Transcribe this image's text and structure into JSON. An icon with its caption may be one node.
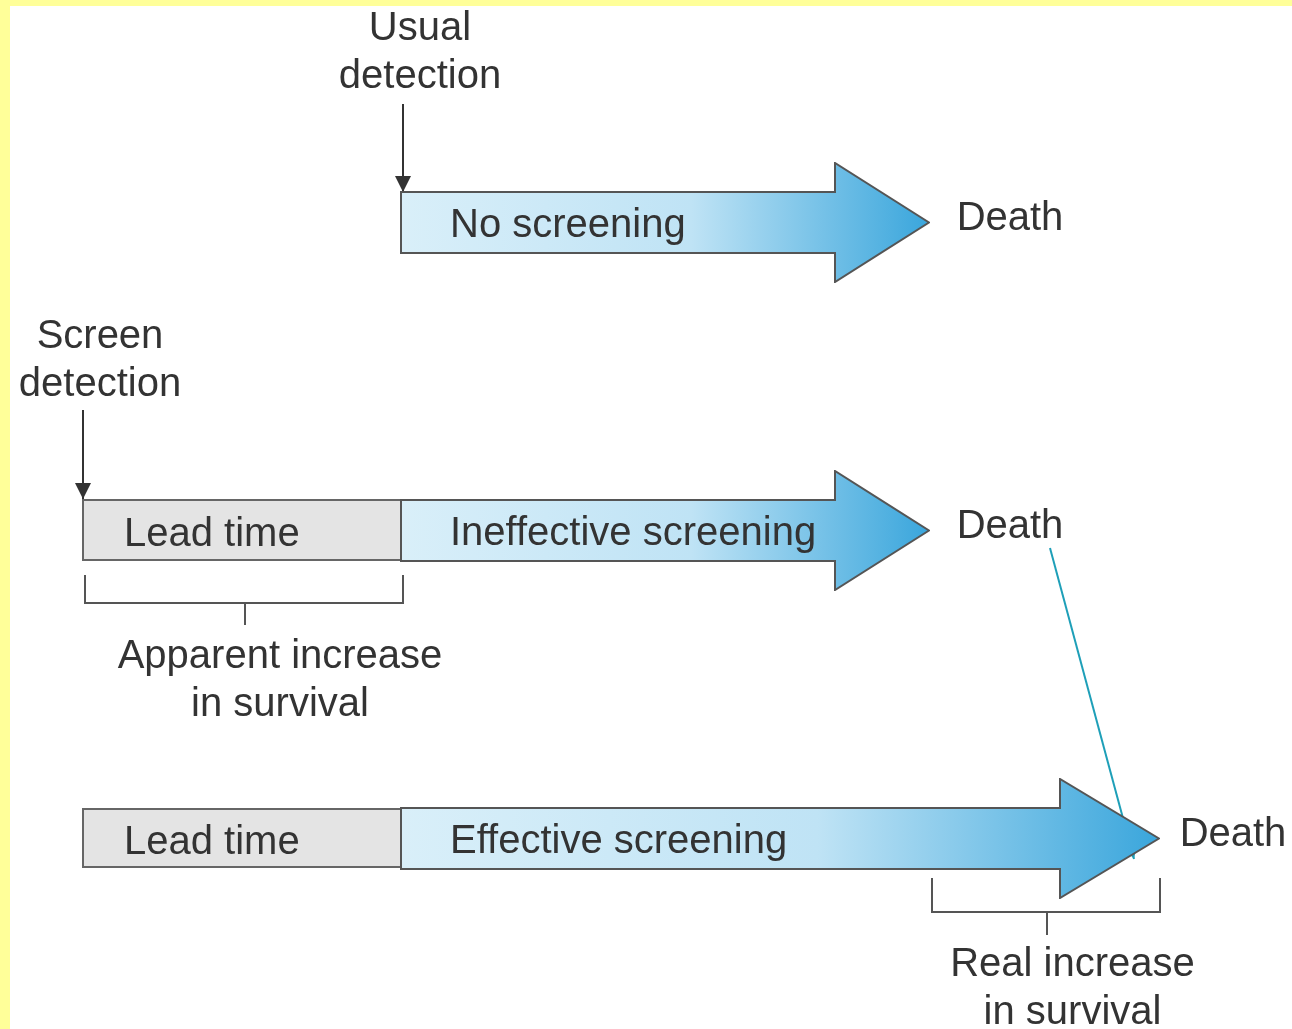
{
  "diagram": {
    "nodes": [
      {
        "text": [
          "Usual detection"
        ]
      },
      {
        "text": [
          "No screening"
        ]
      },
      {
        "text": [
          "Death"
        ]
      },
      {
        "text": [
          "Screen detection"
        ]
      },
      {
        "text": [
          "Lead time"
        ]
      },
      {
        "text": [
          "Ineffective screening"
        ]
      },
      {
        "text": [
          "Death"
        ]
      },
      {
        "text": [
          "Lead time"
        ]
      },
      {
        "text": [
          "Effective screening"
        ]
      },
      {
        "text": [
          "Death"
        ]
      }
    ],
    "edges": [
      {
        "from": 0,
        "to": 1,
        "arrow": "to"
      },
      {
        "from": 3,
        "to": 4,
        "arrow": "to"
      },
      {
        "from": 6,
        "to": 8,
        "arrow": "to",
        "color": "#1e9fb8"
      }
    ],
    "labels": [
      "Apparent increase in survival",
      "Real increase in survival"
    ]
  }
}
